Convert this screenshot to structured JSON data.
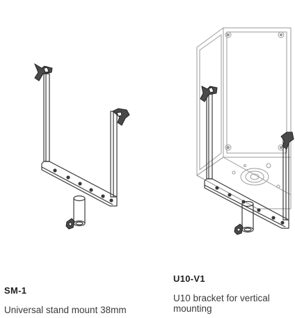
{
  "products": [
    {
      "model": "SM-1",
      "description": "Universal stand mount 38mm",
      "illustration": "stand-mount-bracket"
    },
    {
      "model": "U10-V1",
      "description": "U10 bracket for vertical mounting",
      "illustration": "vertical-mounting-bracket"
    }
  ],
  "colors": {
    "line": "#3a3a3a",
    "line_light": "#9a9a9a",
    "text": "#222222"
  }
}
